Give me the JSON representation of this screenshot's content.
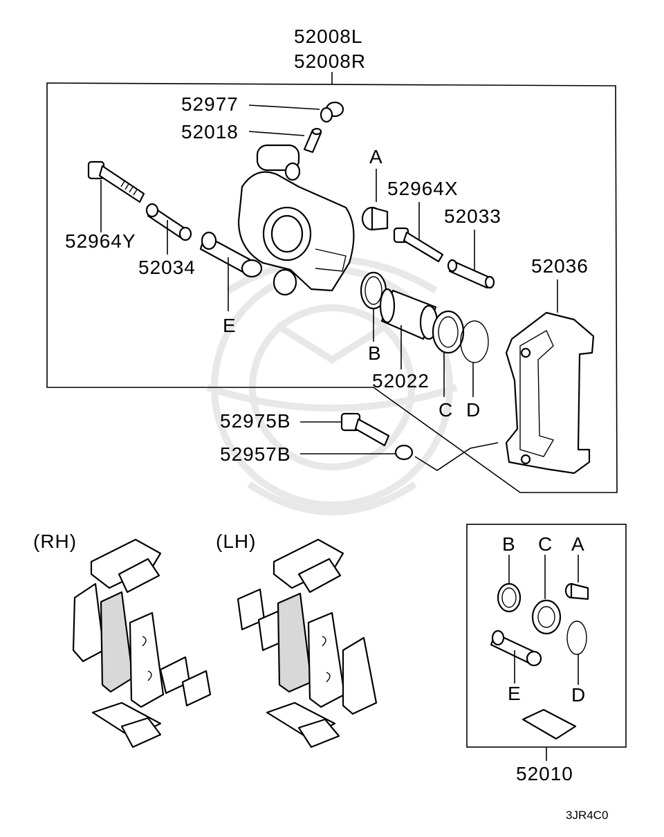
{
  "diagram": {
    "assembly_labels": [
      "52008L",
      "52008R"
    ],
    "parts": {
      "p52977": "52977",
      "p52018": "52018",
      "p52964Y": "52964Y",
      "p52034": "52034",
      "p52964X": "52964X",
      "p52033": "52033",
      "p52036": "52036",
      "p52022": "52022",
      "p52975B": "52975B",
      "p52957B": "52957B",
      "p52010": "52010"
    },
    "letters": {
      "A": "A",
      "B": "B",
      "C": "C",
      "D": "D",
      "E": "E"
    },
    "side_rh": "(RH)",
    "side_lh": "(LH)",
    "figure_code": "3JR4C0"
  }
}
